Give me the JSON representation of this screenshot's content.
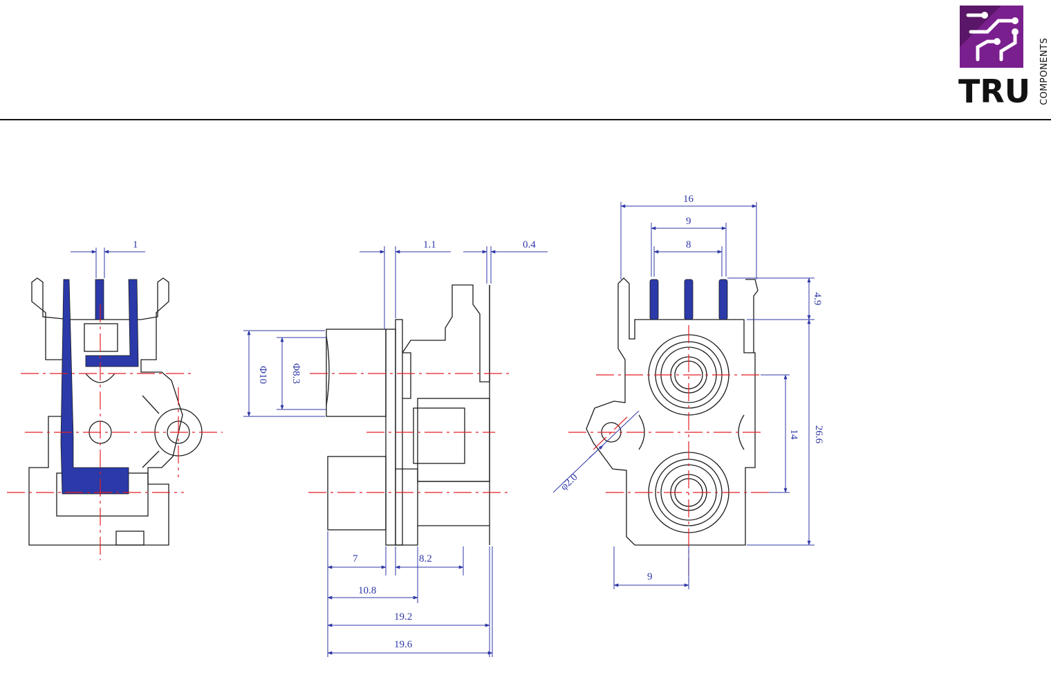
{
  "logo": {
    "wordmark": "TRU",
    "subtext": "COMPONENTS",
    "brand_color": "#7a1f8e"
  },
  "colors": {
    "outline": "#1a1a1a",
    "dimension": "#2e37a6",
    "centerline": "#e31e24",
    "fill": "#2b3aa8"
  },
  "views": {
    "left": {
      "dims": {
        "pin_width": "1"
      }
    },
    "middle": {
      "dims": {
        "gap_a": "1.1",
        "gap_b": "0.4",
        "dia_outer": "Φ10",
        "dia_inner": "Φ8.3",
        "len_7": "7",
        "len_82": "8.2",
        "len_108": "10.8",
        "len_192": "19.2",
        "len_196": "19.6"
      }
    },
    "right": {
      "dims": {
        "width_16": "16",
        "width_9": "9",
        "width_8": "8",
        "height_49": "4.9",
        "height_266": "26.6",
        "pitch_14": "14",
        "offset_9": "9",
        "hole_dia": "φ2.0"
      }
    }
  }
}
